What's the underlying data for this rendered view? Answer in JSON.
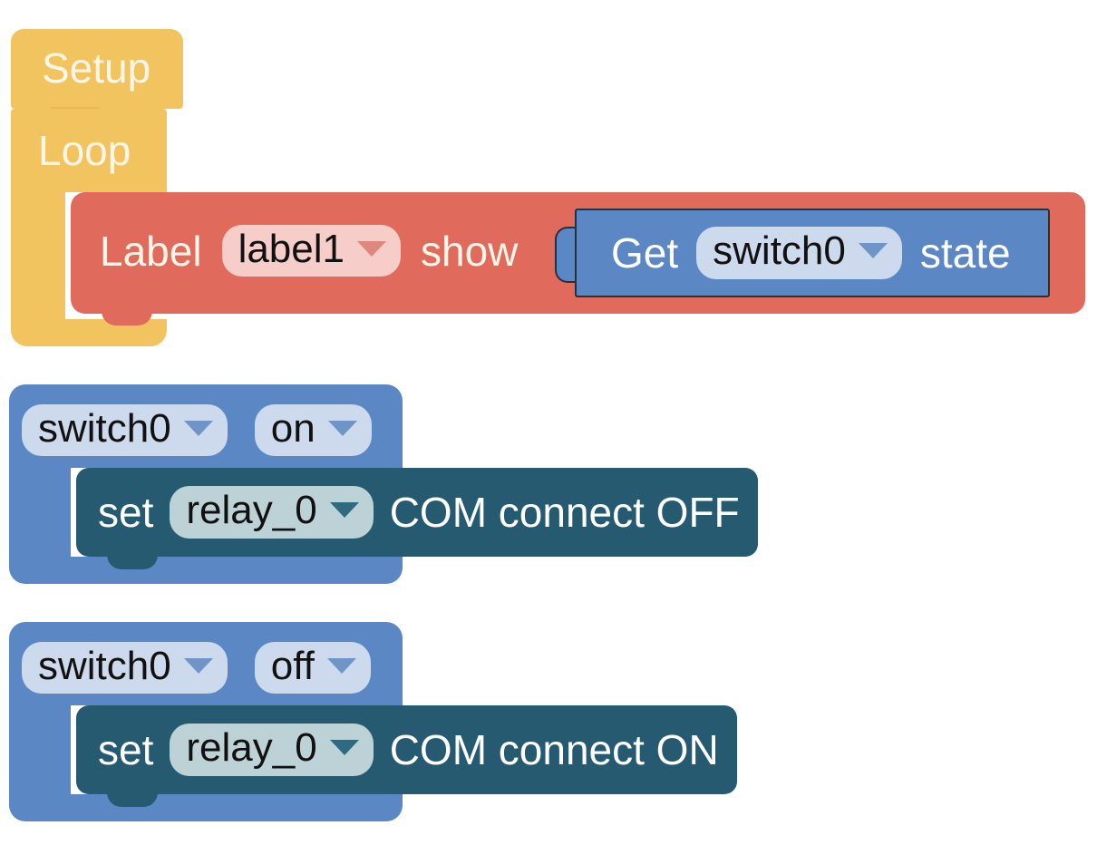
{
  "workspace": {
    "title": "Blockly program canvas",
    "background": "#ffffff",
    "colors": {
      "event_yellow": "#f1c45f",
      "display_red": "#e06a5c",
      "sensor_blue": "#5b87c5",
      "actuator_teal": "#255a70",
      "field_pink": "#f6cdc8",
      "field_blue": "#cdd9ec",
      "field_teal": "#bdd2d7",
      "text_cream": "#fdf6e8",
      "text_white": "#ffffff",
      "field_text": "#111111"
    }
  },
  "stacks": [
    {
      "id": "setup-loop-stack",
      "setup": {
        "label": "Setup"
      },
      "loop": {
        "label": "Loop",
        "body": [
          {
            "id": "label-show-block",
            "color": "#e06a5c",
            "prefix": "Label",
            "field": {
              "name": "label-dropdown",
              "value": "label1",
              "icon": "chevron-down-icon"
            },
            "suffix": "show",
            "value_input": {
              "id": "get-state-block",
              "color": "#5b87c5",
              "prefix": "Get",
              "field": {
                "name": "switch-dropdown",
                "value": "switch0",
                "icon": "chevron-down-icon"
              },
              "suffix": "state"
            }
          }
        ]
      }
    },
    {
      "id": "switch0-on-stack",
      "hat": {
        "color": "#5b87c5",
        "fields": [
          {
            "name": "switch-dropdown",
            "value": "switch0",
            "icon": "chevron-down-icon"
          },
          {
            "name": "state-dropdown",
            "value": "on",
            "icon": "chevron-down-icon"
          }
        ]
      },
      "body": [
        {
          "id": "set-relay-off-block",
          "color": "#255a70",
          "prefix": "set",
          "field": {
            "name": "relay-dropdown",
            "value": "relay_0",
            "icon": "chevron-down-icon"
          },
          "suffix": "COM connect OFF"
        }
      ]
    },
    {
      "id": "switch0-off-stack",
      "hat": {
        "color": "#5b87c5",
        "fields": [
          {
            "name": "switch-dropdown",
            "value": "switch0",
            "icon": "chevron-down-icon"
          },
          {
            "name": "state-dropdown",
            "value": "off",
            "icon": "chevron-down-icon"
          }
        ]
      },
      "body": [
        {
          "id": "set-relay-on-block",
          "color": "#255a70",
          "prefix": "set",
          "field": {
            "name": "relay-dropdown",
            "value": "relay_0",
            "icon": "chevron-down-icon"
          },
          "suffix": "COM connect ON"
        }
      ]
    }
  ]
}
